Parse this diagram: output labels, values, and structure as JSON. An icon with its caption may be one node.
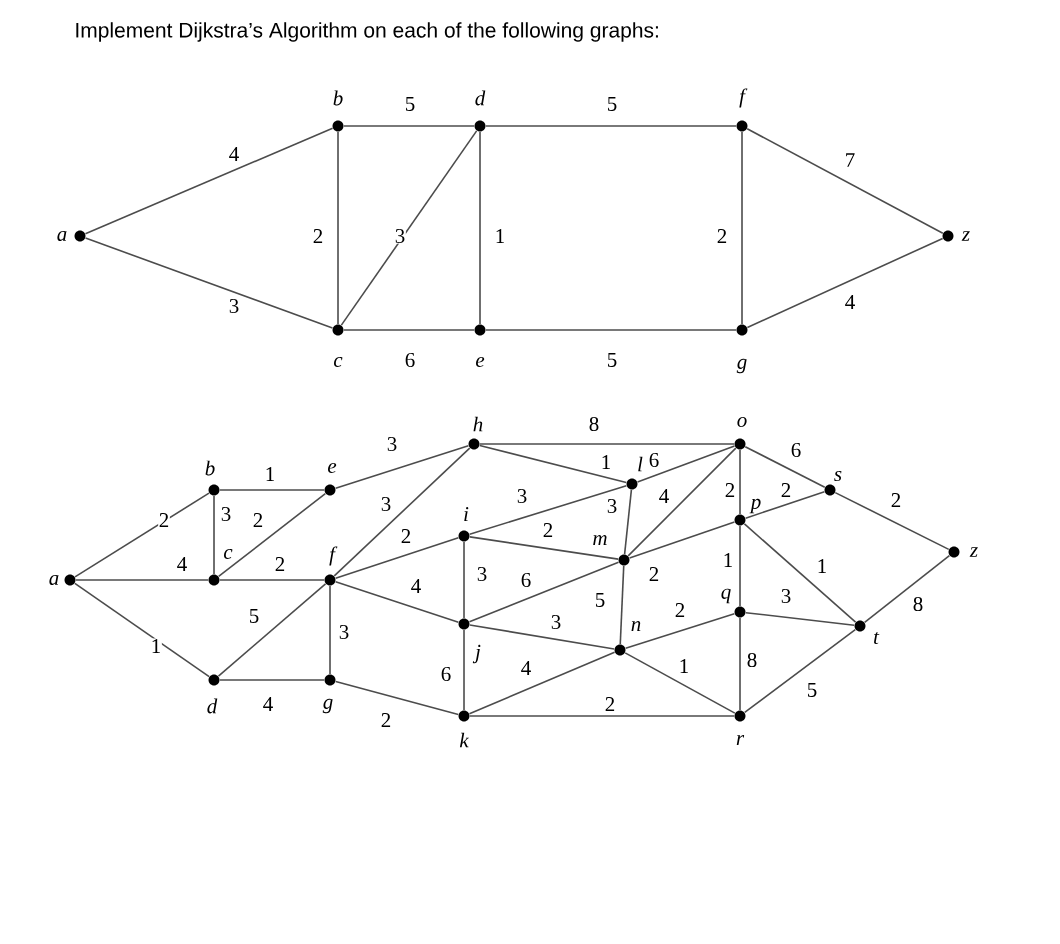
{
  "diagram": {
    "title": "Implement Dijkstra’s Algorithm on each of the following graphs:",
    "nodes": [
      {
        "text": [],
        "shape": "circle",
        "beside": [
          "a"
        ]
      },
      {
        "text": [],
        "shape": "circle",
        "beside": [
          "b"
        ]
      },
      {
        "text": [],
        "shape": "circle",
        "beside": [
          "c"
        ]
      },
      {
        "text": [],
        "shape": "circle",
        "beside": [
          "d"
        ]
      },
      {
        "text": [],
        "shape": "circle",
        "beside": [
          "e"
        ]
      },
      {
        "text": [],
        "shape": "circle",
        "beside": [
          "f"
        ]
      },
      {
        "text": [],
        "shape": "circle",
        "beside": [
          "g"
        ]
      },
      {
        "text": [],
        "shape": "circle",
        "beside": [
          "z"
        ]
      },
      {
        "text": [],
        "shape": "circle",
        "beside": [
          "a"
        ]
      },
      {
        "text": [],
        "shape": "circle",
        "beside": [
          "b"
        ]
      },
      {
        "text": [],
        "shape": "circle",
        "beside": [
          "c"
        ]
      },
      {
        "text": [],
        "shape": "circle",
        "beside": [
          "d"
        ]
      },
      {
        "text": [],
        "shape": "circle",
        "beside": [
          "e"
        ]
      },
      {
        "text": [],
        "shape": "circle",
        "beside": [
          "f"
        ]
      },
      {
        "text": [],
        "shape": "circle",
        "beside": [
          "g"
        ]
      },
      {
        "text": [],
        "shape": "circle",
        "beside": [
          "h"
        ]
      },
      {
        "text": [],
        "shape": "circle",
        "beside": [
          "i"
        ]
      },
      {
        "text": [],
        "shape": "circle",
        "beside": [
          "j"
        ]
      },
      {
        "text": [],
        "shape": "circle",
        "beside": [
          "k"
        ]
      },
      {
        "text": [],
        "shape": "circle",
        "beside": [
          "l"
        ]
      },
      {
        "text": [],
        "shape": "circle",
        "beside": [
          "m"
        ]
      },
      {
        "text": [],
        "shape": "circle",
        "beside": [
          "n"
        ]
      },
      {
        "text": [],
        "shape": "circle",
        "beside": [
          "o"
        ]
      },
      {
        "text": [],
        "shape": "circle",
        "beside": [
          "p"
        ]
      },
      {
        "text": [],
        "shape": "circle",
        "beside": [
          "q"
        ]
      },
      {
        "text": [],
        "shape": "circle",
        "beside": [
          "r"
        ]
      },
      {
        "text": [],
        "shape": "circle",
        "beside": [
          "s"
        ]
      },
      {
        "text": [],
        "shape": "circle",
        "beside": [
          "t"
        ]
      },
      {
        "text": [],
        "shape": "circle",
        "beside": [
          "z"
        ]
      }
    ],
    "edges": [
      {
        "from": 0,
        "to": 1,
        "arrow": "none",
        "label": "4"
      },
      {
        "from": 0,
        "to": 2,
        "arrow": "none",
        "label": "3"
      },
      {
        "from": 1,
        "to": 3,
        "arrow": "none",
        "label": "5"
      },
      {
        "from": 3,
        "to": 5,
        "arrow": "none",
        "label": "5"
      },
      {
        "from": 5,
        "to": 7,
        "arrow": "none",
        "label": "7"
      },
      {
        "from": 1,
        "to": 2,
        "arrow": "none",
        "label": "2"
      },
      {
        "from": 2,
        "to": 3,
        "arrow": "none",
        "label": "3"
      },
      {
        "from": 3,
        "to": 4,
        "arrow": "none",
        "label": "1"
      },
      {
        "from": 5,
        "to": 6,
        "arrow": "none",
        "label": "2"
      },
      {
        "from": 6,
        "to": 7,
        "arrow": "none",
        "label": "4"
      },
      {
        "from": 2,
        "to": 4,
        "arrow": "none",
        "label": "6"
      },
      {
        "from": 4,
        "to": 6,
        "arrow": "none",
        "label": "5"
      },
      {
        "from": 8,
        "to": 9,
        "arrow": "none",
        "label": "2"
      },
      {
        "from": 8,
        "to": 10,
        "arrow": "none",
        "label": "4"
      },
      {
        "from": 8,
        "to": 11,
        "arrow": "none",
        "label": "1"
      },
      {
        "from": 9,
        "to": 12,
        "arrow": "none",
        "label": "1"
      },
      {
        "from": 9,
        "to": 10,
        "arrow": "none",
        "label": "3"
      },
      {
        "from": 10,
        "to": 12,
        "arrow": "none",
        "label": "2"
      },
      {
        "from": 10,
        "to": 13,
        "arrow": "none",
        "label": "2"
      },
      {
        "from": 11,
        "to": 13,
        "arrow": "none",
        "label": "5"
      },
      {
        "from": 11,
        "to": 14,
        "arrow": "none",
        "label": "4"
      },
      {
        "from": 13,
        "to": 14,
        "arrow": "none",
        "label": "3"
      },
      {
        "from": 12,
        "to": 15,
        "arrow": "none",
        "label": "3"
      },
      {
        "from": 13,
        "to": 15,
        "arrow": "none",
        "label": "3"
      },
      {
        "from": 13,
        "to": 16,
        "arrow": "none",
        "label": "2"
      },
      {
        "from": 13,
        "to": 17,
        "arrow": "none",
        "label": "4"
      },
      {
        "from": 14,
        "to": 18,
        "arrow": "none",
        "label": "2"
      },
      {
        "from": 16,
        "to": 17,
        "arrow": "none",
        "label": "3"
      },
      {
        "from": 17,
        "to": 18,
        "arrow": "none",
        "label": "6"
      },
      {
        "from": 15,
        "to": 22,
        "arrow": "none",
        "label": "8"
      },
      {
        "from": 15,
        "to": 19,
        "arrow": "none",
        "label": "1"
      },
      {
        "from": 19,
        "to": 22,
        "arrow": "none",
        "label": "6"
      },
      {
        "from": 16,
        "to": 19,
        "arrow": "none",
        "label": "3"
      },
      {
        "from": 16,
        "to": 20,
        "arrow": "none",
        "label": "2"
      },
      {
        "from": 19,
        "to": 20,
        "arrow": "none",
        "label": "3"
      },
      {
        "from": 20,
        "to": 22,
        "arrow": "none",
        "label": "4"
      },
      {
        "from": 17,
        "to": 20,
        "arrow": "none",
        "label": "6"
      },
      {
        "from": 17,
        "to": 21,
        "arrow": "none",
        "label": "3"
      },
      {
        "from": 20,
        "to": 21,
        "arrow": "none",
        "label": "5"
      },
      {
        "from": 18,
        "to": 21,
        "arrow": "none",
        "label": "4"
      },
      {
        "from": 18,
        "to": 25,
        "arrow": "none",
        "label": "2"
      },
      {
        "from": 20,
        "to": 23,
        "arrow": "none",
        "label": "2"
      },
      {
        "from": 21,
        "to": 24,
        "arrow": "none",
        "label": "2"
      },
      {
        "from": 21,
        "to": 25,
        "arrow": "none",
        "label": "1"
      },
      {
        "from": 22,
        "to": 23,
        "arrow": "none",
        "label": "2"
      },
      {
        "from": 23,
        "to": 24,
        "arrow": "none",
        "label": "1"
      },
      {
        "from": 22,
        "to": 26,
        "arrow": "none",
        "label": "6"
      },
      {
        "from": 23,
        "to": 26,
        "arrow": "none",
        "label": "2"
      },
      {
        "from": 23,
        "to": 27,
        "arrow": "none",
        "label": "1"
      },
      {
        "from": 24,
        "to": 27,
        "arrow": "none",
        "label": "3"
      },
      {
        "from": 24,
        "to": 25,
        "arrow": "none",
        "label": "8"
      },
      {
        "from": 25,
        "to": 27,
        "arrow": "none",
        "label": "5"
      },
      {
        "from": 26,
        "to": 28,
        "arrow": "none",
        "label": "2"
      },
      {
        "from": 27,
        "to": 28,
        "arrow": "none",
        "label": "8"
      }
    ]
  }
}
